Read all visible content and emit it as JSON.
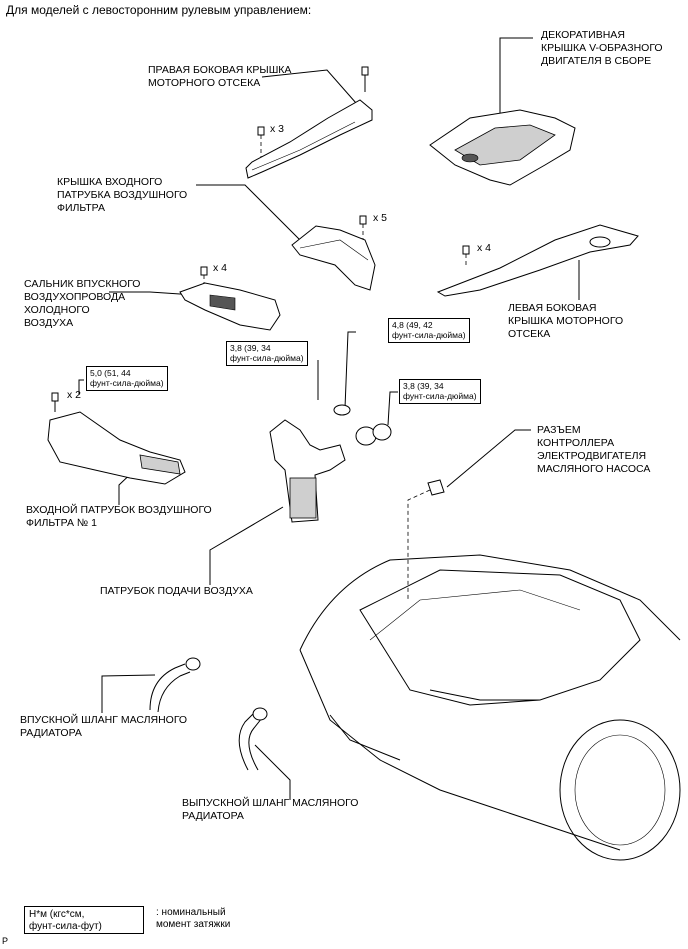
{
  "title": "Для моделей с левосторонним рулевым управлением:",
  "labels": {
    "right_side_cover": "ПРАВАЯ БОКОВАЯ КРЫШКА\nМОТОРНОГО ОТСЕКА",
    "v_engine_cover": "ДЕКОРАТИВНАЯ\nКРЫШКА V-ОБРАЗНОГО\nДВИГАТЕЛЯ В СБОРЕ",
    "air_filter_inlet_cover": "КРЫШКА ВХОДНОГО\nПАТРУБКА ВОЗДУШНОГО\nФИЛЬТРА",
    "cold_air_intake_seal": "САЛЬНИК ВПУСКНОГО\nВОЗДУХОПРОВОДА\nХОЛОДНОГО\nВОЗДУХА",
    "left_side_cover": "ЛЕВАЯ БОКОВАЯ\nКРЫШКА МОТОРНОГО\nОТСЕКА",
    "air_filter_inlet_no1": "ВХОДНОЙ ПАТРУБОК ВОЗДУШНОГО\nФИЛЬТРА № 1",
    "air_intake_pipe": "ПАТРУБОК ПОДАЧИ ВОЗДУХА",
    "oil_pump_connector": "РАЗЪЕМ\nКОНТРОЛЛЕРА\nЭЛЕКТРОДВИГАТЕЛЯ\nМАСЛЯНОГО НАСОСА",
    "oil_cooler_inlet_hose": "ВПУСКНОЙ ШЛАНГ МАСЛЯНОГО\nРАДИАТОРА",
    "oil_cooler_outlet_hose": "ВЫПУСКНОЙ ШЛАНГ МАСЛЯНОГО\nРАДИАТОРА"
  },
  "quantities": {
    "q_x3": "x 3",
    "q_x5": "x 5",
    "q_x4_seal": "x 4",
    "q_x4_left": "x 4",
    "q_x2": "x 2"
  },
  "torques": {
    "t_48": "4,8 (49, 42\nфунт-сила-дюйма)",
    "t_38_a": "3,8 (39, 34\nфунт-сила-дюйма)",
    "t_38_b": "3,8 (39, 34\nфунт-сила-дюйма)",
    "t_50": "5,0 (51, 44\nфунт-сила-дюйма)"
  },
  "legend": {
    "unit_box": "Н*м (кгс*см,\nфунт-сила-фут)",
    "note": ": номинальный\nмомент затяжки"
  },
  "corner_mark": "P"
}
